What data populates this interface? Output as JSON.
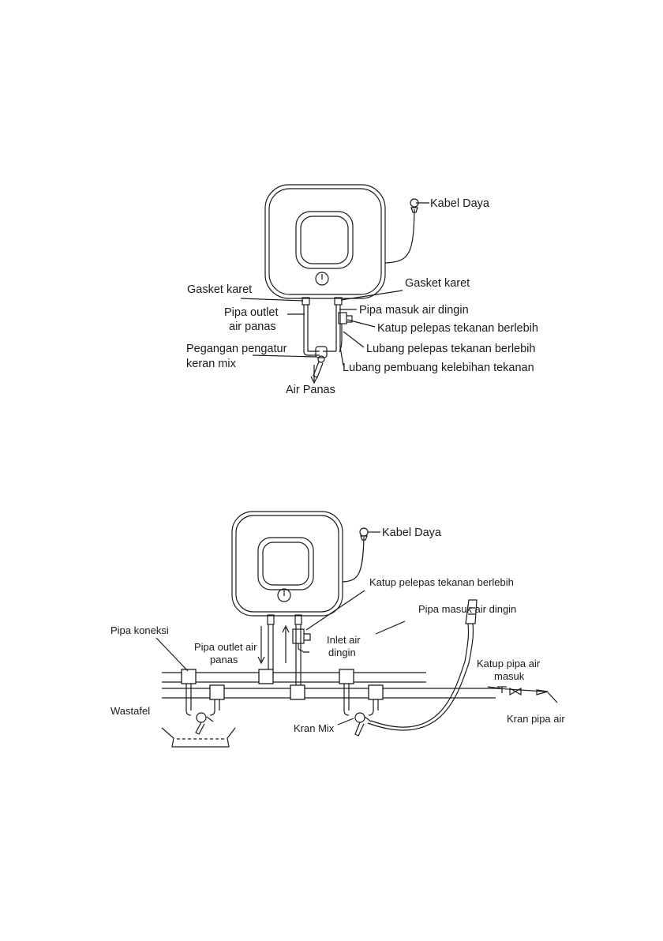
{
  "diagram1": {
    "labels": {
      "power_cable": "Kabel Daya",
      "gasket_left": "Gasket karet",
      "gasket_right": "Gasket karet",
      "hot_outlet_line1": "Pipa outlet",
      "hot_outlet_line2": "air panas",
      "cold_inlet": "Pipa masuk air dingin",
      "relief_valve": "Katup pelepas tekanan berlebih",
      "relief_hole": "Lubang pelepas tekanan berlebih",
      "mix_handle_line1": "Pegangan pengatur",
      "mix_handle_line2": "keran  mix",
      "overflow_drain": "Lubang pembuang kelebihan tekanan",
      "hot_water": "Air Panas"
    }
  },
  "diagram2": {
    "labels": {
      "power_cable": "Kabel Daya",
      "relief_valve": "Katup pelepas tekanan berlebih",
      "cold_inlet_pipe": "Pipa masuk air dingin",
      "connection_pipe": "Pipa koneksi",
      "hot_outlet_line1": "Pipa outlet air",
      "hot_outlet_line2": "panas",
      "cold_inlet_line1": "Inlet air",
      "cold_inlet_line2": "dingin",
      "inlet_valve_line1": "Katup pipa air",
      "inlet_valve_line2": "masuk",
      "sink": "Wastafel",
      "mix_tap": "Kran Mix",
      "water_tap": "Kran pipa air"
    }
  }
}
